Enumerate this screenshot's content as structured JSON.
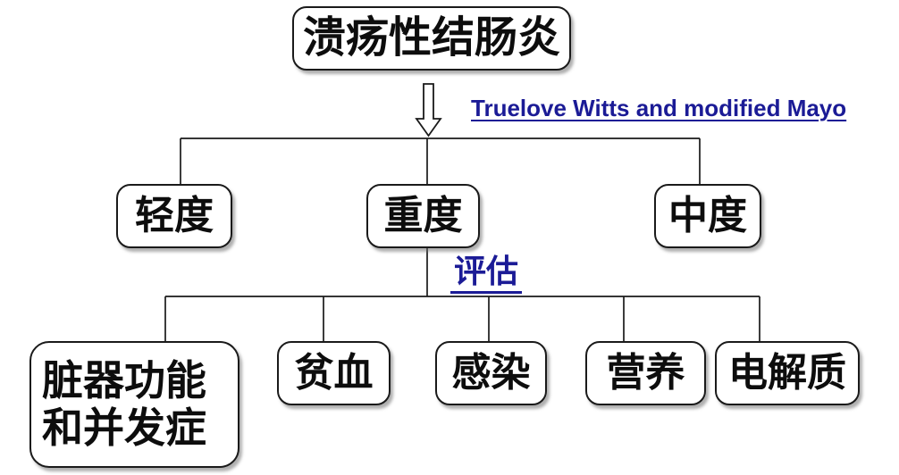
{
  "diagram": {
    "root": {
      "label": "溃疡性结肠炎"
    },
    "method_link": {
      "label": "Truelove Witts and modified Mayo"
    },
    "severity_levels": [
      {
        "id": "mild",
        "label": "轻度"
      },
      {
        "id": "severe",
        "label": "重度"
      },
      {
        "id": "moderate",
        "label": "中度"
      }
    ],
    "assessment_link": {
      "label": "评估"
    },
    "assessment_items": [
      {
        "id": "organ-function",
        "label": "脏器功能和并发症",
        "lines": [
          "脏器功能",
          "和并发症"
        ]
      },
      {
        "id": "anemia",
        "label": "贫血"
      },
      {
        "id": "infection",
        "label": "感染"
      },
      {
        "id": "nutrition",
        "label": "营养"
      },
      {
        "id": "electrolytes",
        "label": "电解质"
      }
    ]
  },
  "colors": {
    "link_blue": "#1b1b96",
    "line_black": "#1a1a1a",
    "background": "#ffffff"
  }
}
